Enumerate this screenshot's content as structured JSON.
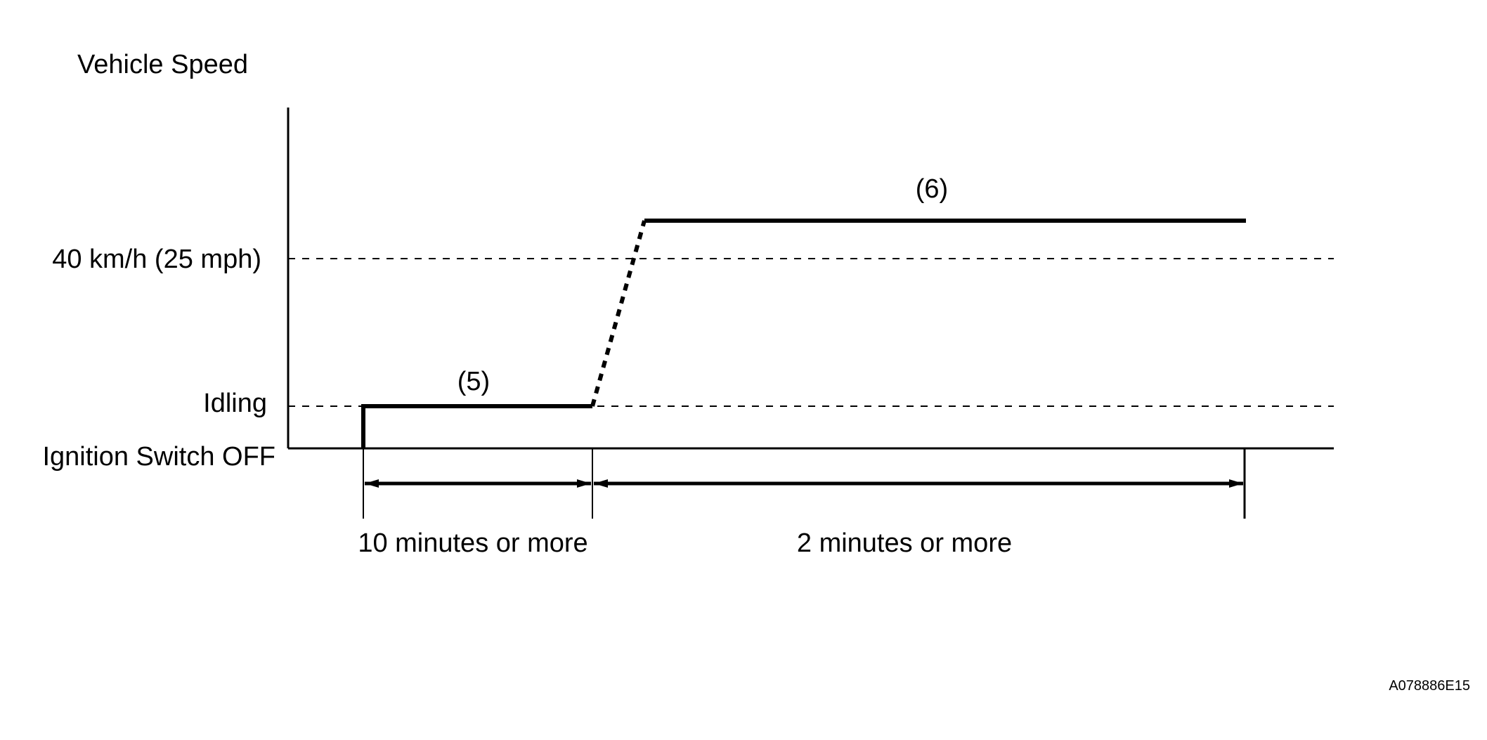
{
  "diagram": {
    "y_axis_title": "Vehicle Speed",
    "levels": {
      "high": "40 km/h (25 mph)",
      "idle": "Idling",
      "off": "Ignition Switch OFF"
    },
    "phases": [
      {
        "tag": "(5)",
        "duration": "10 minutes or more"
      },
      {
        "tag": "(6)",
        "duration": "2 minutes or more"
      }
    ],
    "figure_code": "A078886E15"
  },
  "colors": {
    "ink": "#000000",
    "background": "#ffffff"
  }
}
